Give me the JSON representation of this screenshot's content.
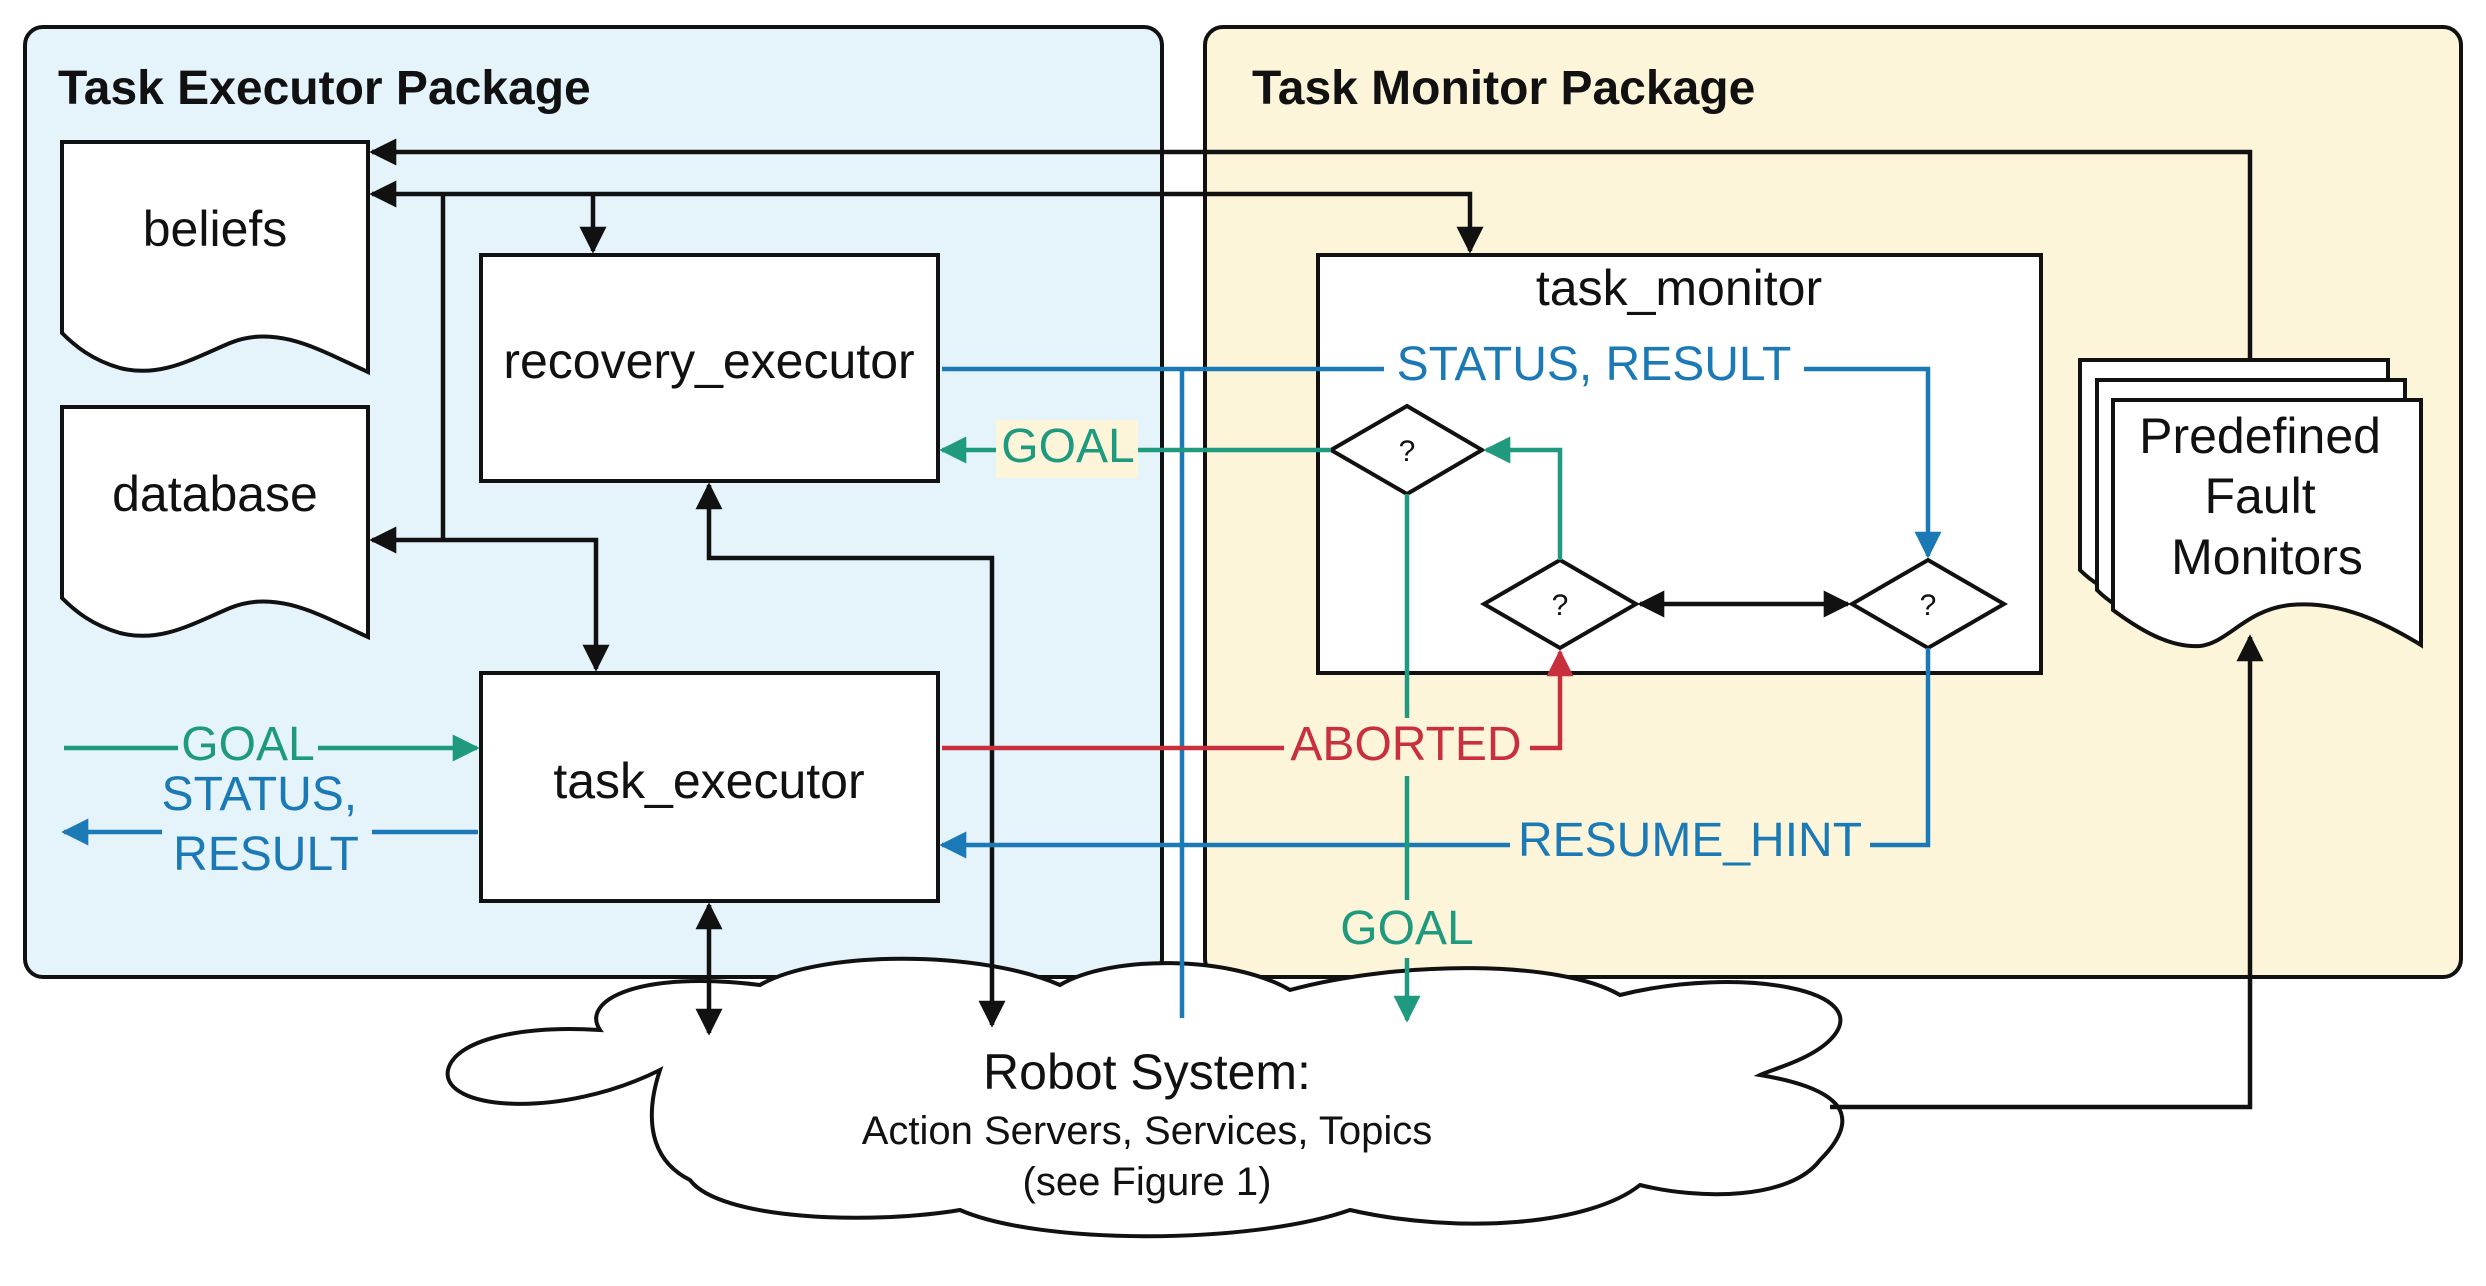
{
  "packages": {
    "executor": {
      "title": "Task Executor Package",
      "fill": "#e5f3fb"
    },
    "monitor": {
      "title": "Task Monitor Package",
      "fill": "#fdf5da"
    }
  },
  "nodes": {
    "beliefs": "beliefs",
    "database": "database",
    "recovery_executor": "recovery_executor",
    "task_executor": "task_executor",
    "task_monitor": "task_monitor",
    "decision_symbol": "?",
    "fault_monitors": [
      "Predefined",
      "Fault",
      "Monitors"
    ],
    "robot_system": {
      "title": "Robot System:",
      "line2": "Action Servers, Services, Topics",
      "line3": "(see Figure 1)"
    }
  },
  "edge_labels": {
    "goal_in": "GOAL",
    "status_out": [
      "STATUS,",
      "RESULT"
    ],
    "goal_to_recovery": "GOAL",
    "status_result": "STATUS, RESULT",
    "aborted": "ABORTED",
    "resume_hint": "RESUME_HINT",
    "goal_to_robot": "GOAL"
  },
  "colors": {
    "goal": "#1f9a7e",
    "status": "#1b7ab5",
    "aborted": "#c8303d",
    "control": "#111111"
  }
}
